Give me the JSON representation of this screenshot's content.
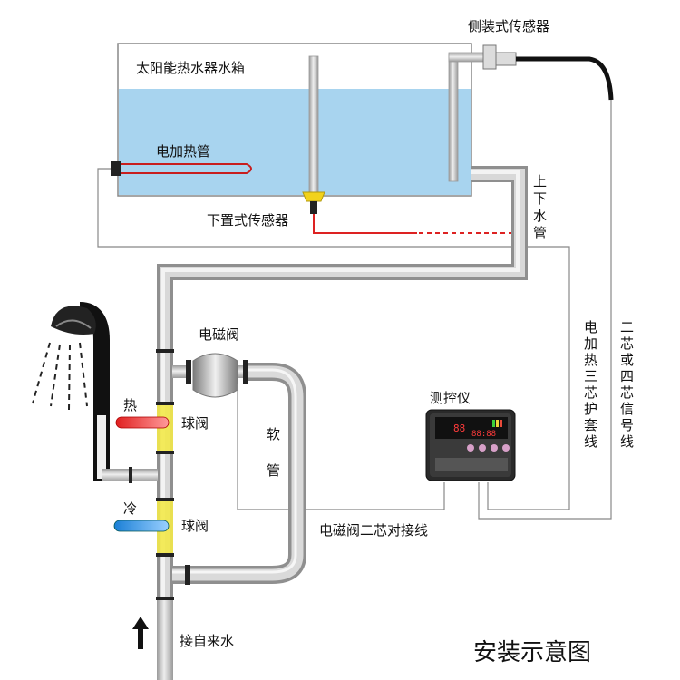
{
  "title": "安装示意图",
  "labels": {
    "tank": "太阳能热水器水箱",
    "side_sensor": "侧装式传感器",
    "heater": "电加热管",
    "bottom_sensor": "下置式传感器",
    "pipe": [
      "上",
      "下",
      "水",
      "管"
    ],
    "valve": "电磁阀",
    "hot": "热",
    "cold": "冷",
    "ball_valve_hot": "球阀",
    "ball_valve_cold": "球阀",
    "soft_pipe": [
      "软",
      "管"
    ],
    "controller": "测控仪",
    "heater_cable": [
      "电",
      "加",
      "热",
      "三",
      "芯",
      "护",
      "套",
      "线"
    ],
    "signal_cable": [
      "二",
      "芯",
      "或",
      "四",
      "芯",
      "信",
      "号",
      "线"
    ],
    "valve_cable": "电磁阀二芯对接线",
    "water_supply": "接自来水"
  },
  "colors": {
    "water": "#a8d4ef",
    "pipe": "#cfcfcf",
    "hot": "#e02020",
    "cold": "#1a7fd6",
    "valve_yellow": "#f3e94a"
  }
}
